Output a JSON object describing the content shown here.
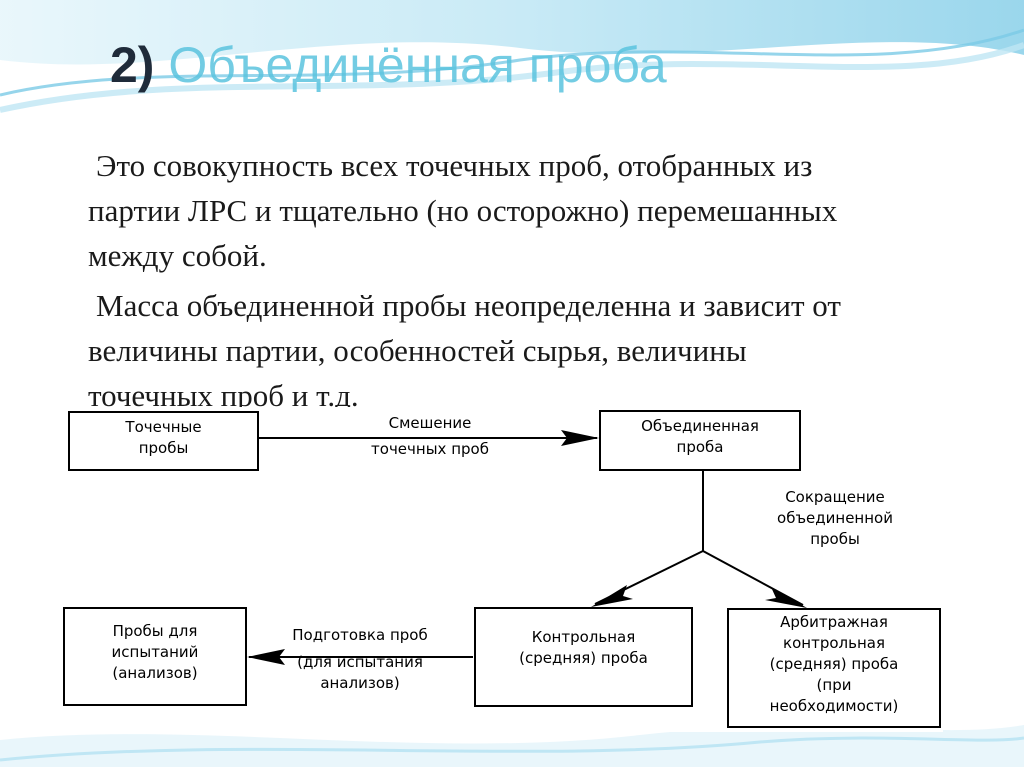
{
  "slide": {
    "title_number": "2)",
    "title_text": "Объединённая проба",
    "paragraph_1": "Это совокупность всех точечных проб, отобранных из партии ЛРС и тщательно (но осторожно) перемешанных между собой.",
    "paragraph_2": "Масса объединенной пробы неопределенна и зависит от величины партии, особенностей сырья, величины точечных проб и т.д."
  },
  "diagram": {
    "box_point": [
      "Точечные",
      "пробы"
    ],
    "box_combined": [
      "Объединенная",
      "проба"
    ],
    "box_testing": [
      "Пробы для",
      "испытаний",
      "(анализов)"
    ],
    "box_control": [
      "Контрольная",
      "(средняя) проба"
    ],
    "box_arbitration": [
      "Арбитражная",
      "контрольная",
      "(средняя) проба",
      "(при",
      "необходимости)"
    ],
    "label_mixing": [
      "Смешение",
      "точечных проб"
    ],
    "label_reduction": [
      "Сокращение",
      "объединенной",
      "пробы"
    ],
    "label_preparation": [
      "Подготовка проб",
      "(для испытания",
      "анализов)"
    ]
  },
  "colors": {
    "title_accent": "#5bc4df",
    "title_number": "#1f2b3a",
    "wave_light": "#bfe6f4",
    "wave_mid": "#7ccbe6"
  }
}
